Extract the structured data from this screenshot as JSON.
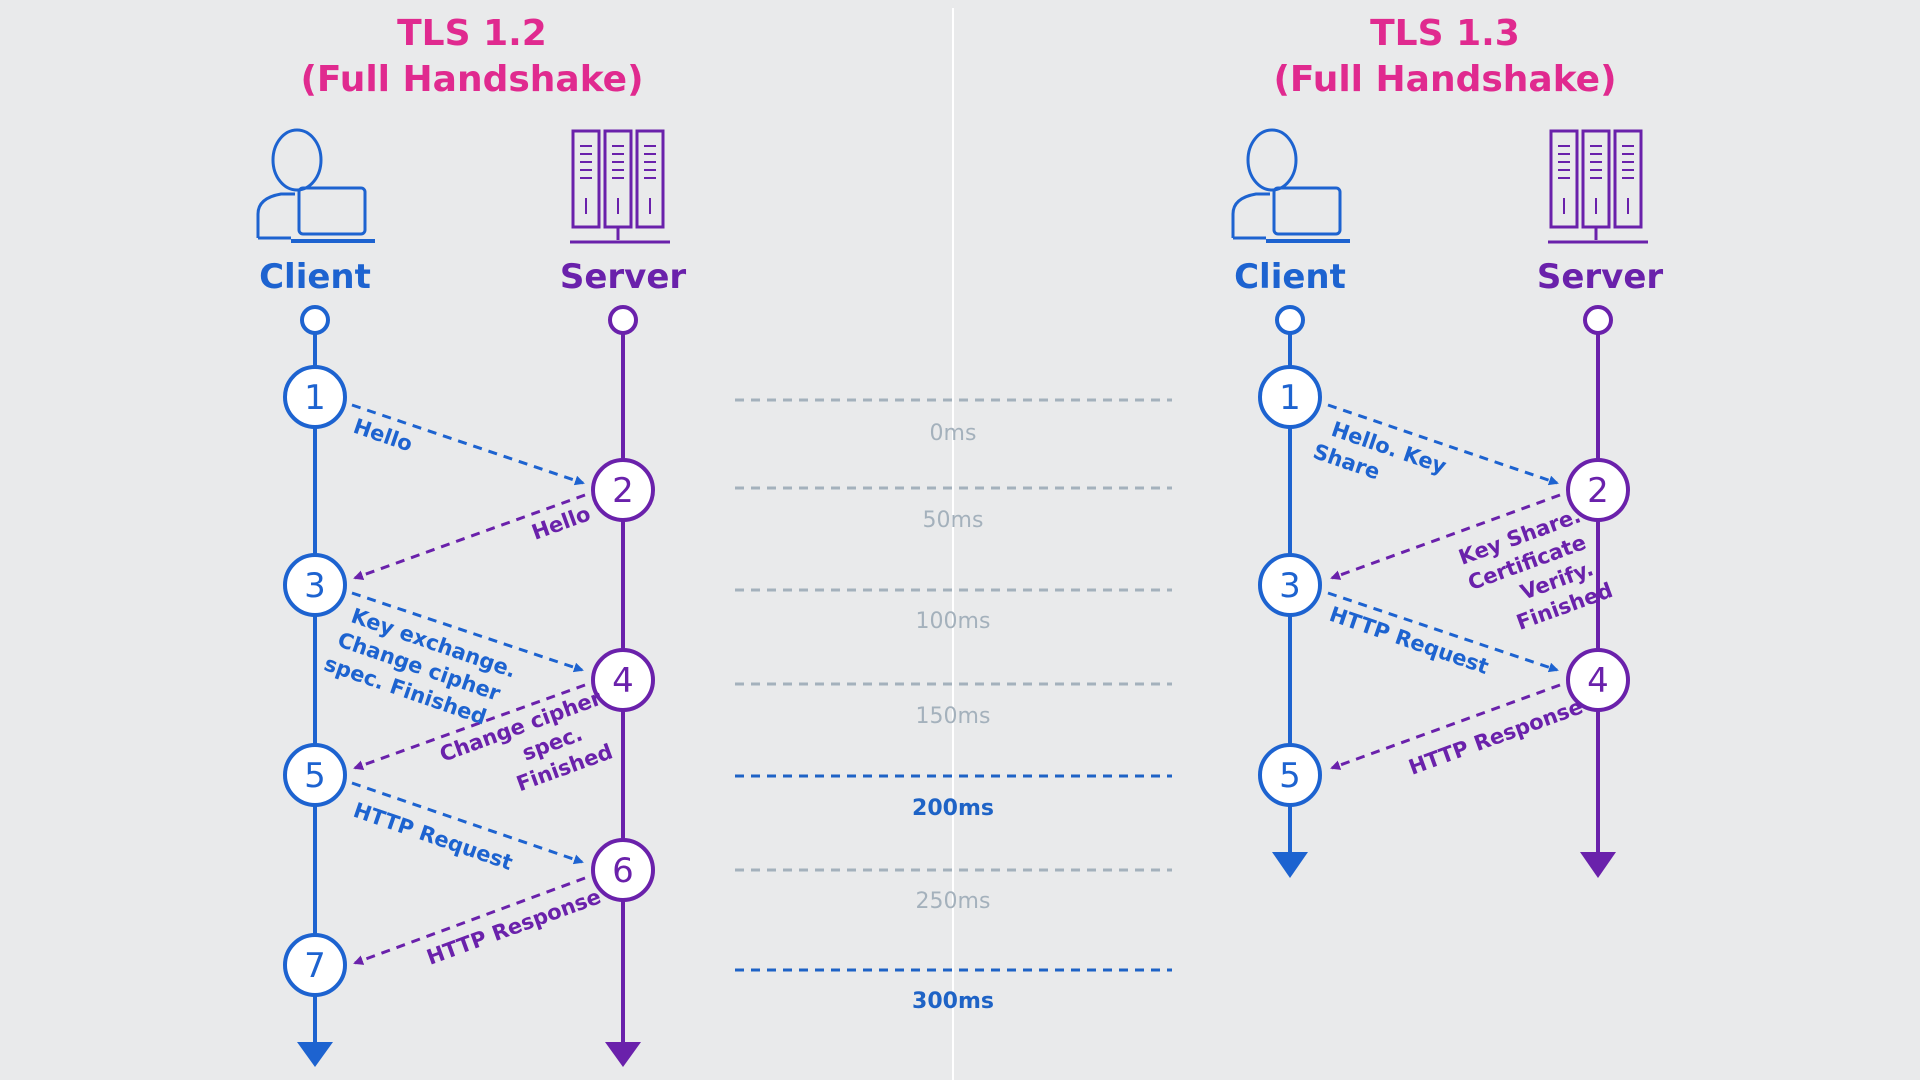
{
  "colors": {
    "background": "#e9eaeb",
    "title": "#e02a8f",
    "client": "#1d63d0",
    "server": "#6a21ab",
    "tick_faint": "#a4b1bc",
    "tick_strong": "#1e63c6",
    "divider": "#ffffff"
  },
  "left": {
    "title_line1": "TLS 1.2",
    "title_line2": "(Full Handshake)",
    "client_label": "Client",
    "server_label": "Server",
    "client_icon": "person-laptop-icon",
    "server_icon": "server-rack-icon",
    "steps": [
      "1",
      "2",
      "3",
      "4",
      "5",
      "6",
      "7"
    ],
    "messages": [
      {
        "lines": [
          "Hello"
        ]
      },
      {
        "lines": [
          "Hello"
        ]
      },
      {
        "lines": [
          "Key exchange.",
          "Change cipher",
          "spec. Finished"
        ]
      },
      {
        "lines": [
          "Change cipher",
          "spec.",
          "Finished"
        ]
      },
      {
        "lines": [
          "HTTP Request"
        ]
      },
      {
        "lines": [
          "HTTP Response"
        ]
      }
    ]
  },
  "right": {
    "title_line1": "TLS 1.3",
    "title_line2": "(Full Handshake)",
    "client_label": "Client",
    "server_label": "Server",
    "client_icon": "person-laptop-icon",
    "server_icon": "server-rack-icon",
    "steps": [
      "1",
      "2",
      "3",
      "4",
      "5"
    ],
    "messages": [
      {
        "lines": [
          "Hello. Key",
          "Share"
        ]
      },
      {
        "lines": [
          "Key Share.",
          "Certificate",
          "Verify.",
          "Finished"
        ]
      },
      {
        "lines": [
          "HTTP Request"
        ]
      },
      {
        "lines": [
          "HTTP Response"
        ]
      }
    ]
  },
  "timeline": [
    {
      "label": "0ms",
      "strong": false
    },
    {
      "label": "50ms",
      "strong": false
    },
    {
      "label": "100ms",
      "strong": false
    },
    {
      "label": "150ms",
      "strong": false
    },
    {
      "label": "200ms",
      "strong": true
    },
    {
      "label": "250ms",
      "strong": false
    },
    {
      "label": "300ms",
      "strong": true
    }
  ]
}
